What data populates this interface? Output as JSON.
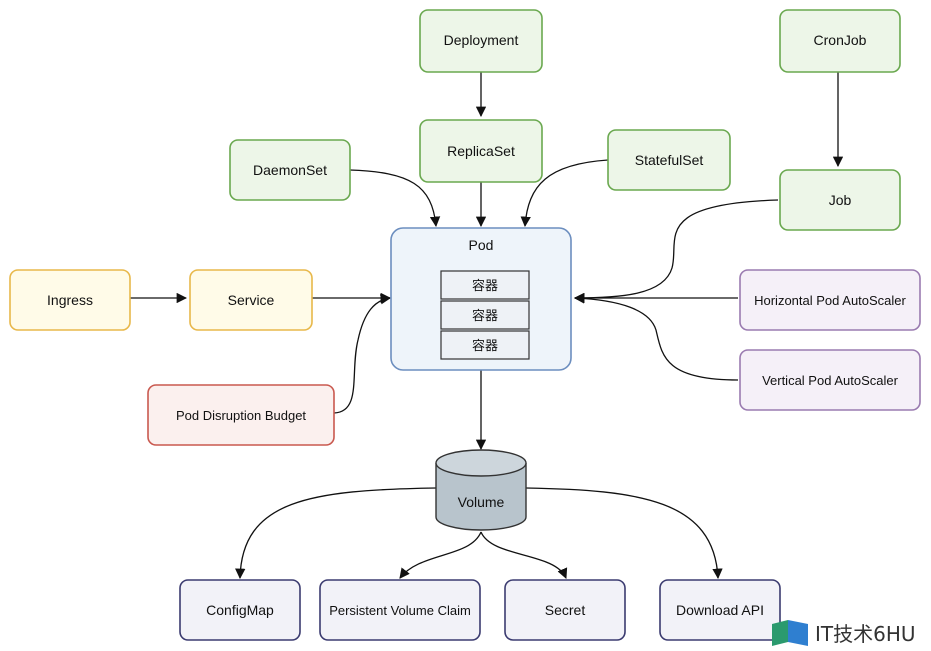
{
  "nodes": {
    "deployment": "Deployment",
    "cronjob": "CronJob",
    "replicaset": "ReplicaSet",
    "daemonset": "DaemonSet",
    "statefulset": "StatefulSet",
    "job": "Job",
    "pod": "Pod",
    "containers": [
      "容器",
      "容器",
      "容器"
    ],
    "ingress": "Ingress",
    "service": "Service",
    "hpa": "Horizontal Pod AutoScaler",
    "vpa": "Vertical Pod AutoScaler",
    "pdb": "Pod Disruption Budget",
    "volume": "Volume",
    "configmap": "ConfigMap",
    "pvc": "Persistent Volume Claim",
    "secret": "Secret",
    "download_api": "Download API"
  },
  "watermark": {
    "text": "IT技术6HU"
  },
  "colors": {
    "green_fill": "#edf6e8",
    "green_stroke": "#6aa84f",
    "yellow_fill": "#fffbe8",
    "yellow_stroke": "#e8b84a",
    "blue_fill": "#eef4fa",
    "blue_stroke": "#6c8ebf",
    "purple_fill": "#f5f0f8",
    "purple_stroke": "#9a7bb0",
    "red_fill": "#fbf0ee",
    "red_stroke": "#c9594f",
    "navy_fill": "#f2f2f8",
    "navy_stroke": "#3b3b70",
    "volume_fill": "#b8c4cc",
    "volume_stroke": "#333333"
  }
}
